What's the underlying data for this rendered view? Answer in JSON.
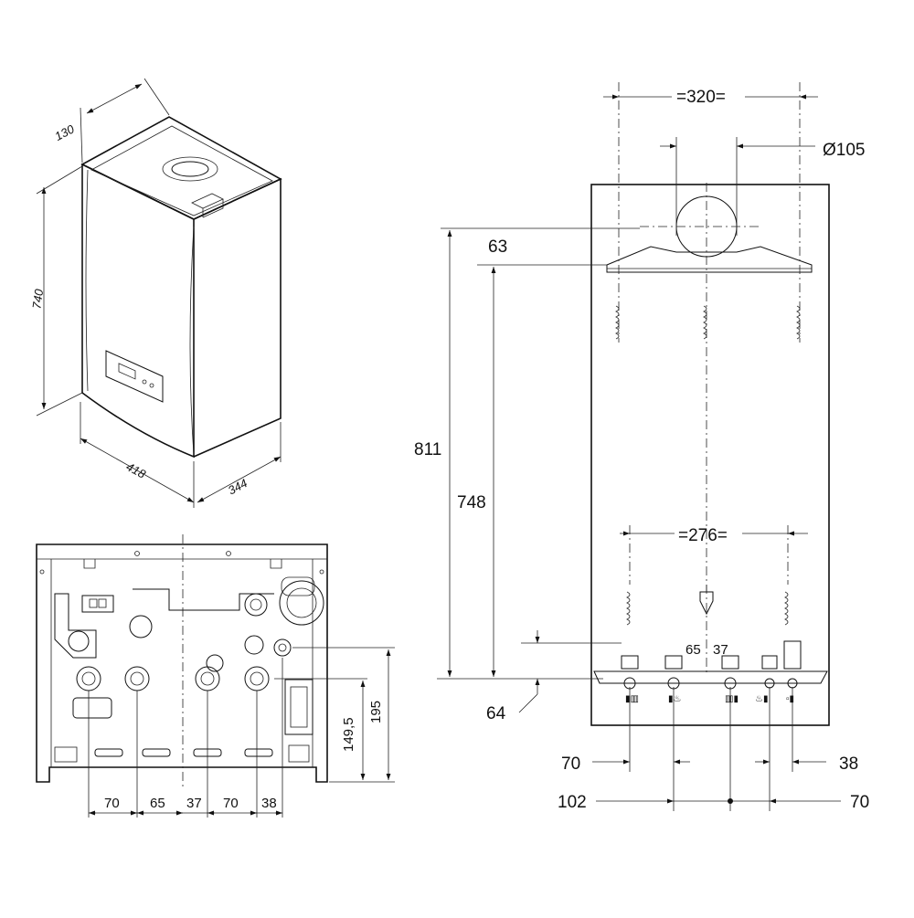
{
  "isometric_view": {
    "depth": "130",
    "height": "740",
    "width": "418",
    "side_depth": "344"
  },
  "front_view": {
    "bracket_spacing": "=320=",
    "flue_diameter": "Ø105",
    "top_to_flue": "63",
    "total_height": "811",
    "bracket_height": "748",
    "lower_spacing": "=276=",
    "bottom_offset": "64",
    "mid_a": "65",
    "mid_b": "37",
    "bottom_left_a": "70",
    "bottom_right_a": "38",
    "bottom_left_b": "102",
    "bottom_right_b": "70"
  },
  "bottom_view": {
    "x_dims": [
      "70",
      "65",
      "37",
      "70",
      "38"
    ],
    "y_dim_a": "149,5",
    "y_dim_b": "195"
  }
}
